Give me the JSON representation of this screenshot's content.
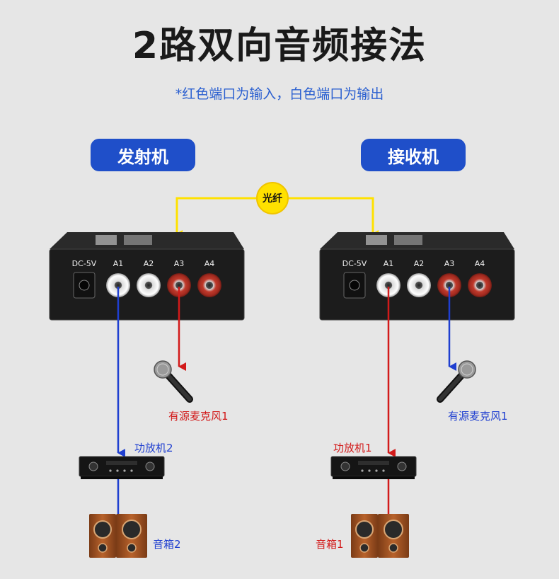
{
  "title": "2路双向音频接法",
  "subtitle": "*红色端口为输入，白色端口为输出",
  "transmitter": {
    "label": "发射机",
    "ports": [
      "DC-5V",
      "A1",
      "A2",
      "A3",
      "A4"
    ],
    "mic_caption": "有源麦克风1",
    "amp_caption": "功放机2",
    "speaker_caption": "音箱2"
  },
  "receiver": {
    "label": "接收机",
    "ports": [
      "DC-5V",
      "A1",
      "A2",
      "A3",
      "A4"
    ],
    "mic_caption": "有源麦克风1",
    "amp_caption": "功放机1",
    "speaker_caption": "音箱1"
  },
  "fiber_label": "光纤",
  "colors": {
    "input_port": "#c0392b",
    "output_port": "#f2f2f2",
    "fiber": "#ffe100",
    "signal_out": "#1f3fd0",
    "signal_in": "#d21a1a",
    "pill": "#1f4fc9"
  }
}
